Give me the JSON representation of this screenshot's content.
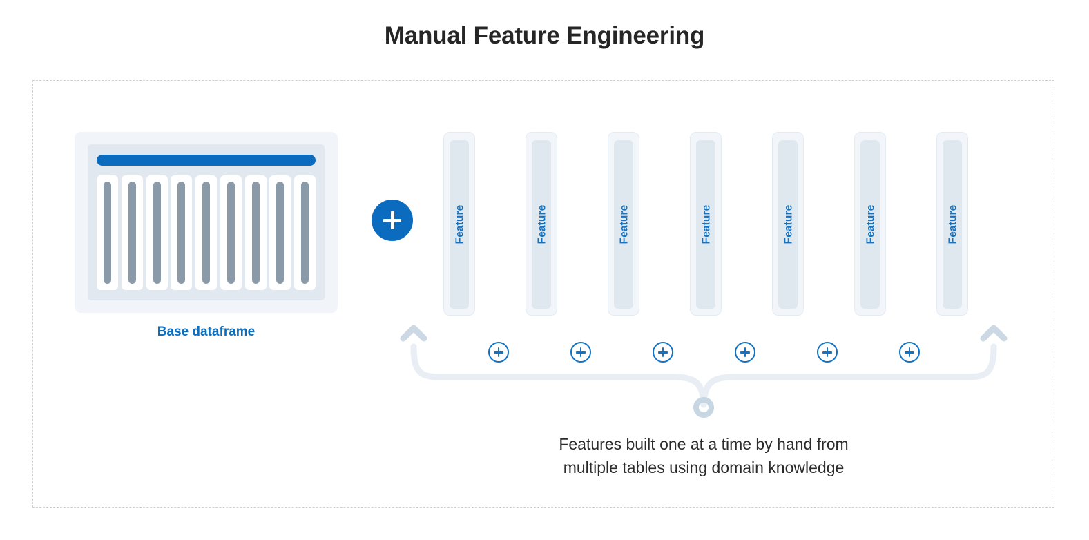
{
  "title": "Manual Feature Engineering",
  "base_dataframe": {
    "label": "Base dataframe",
    "header_bar": "header-row",
    "column_count": 9
  },
  "combine_operator": {
    "icon": "plus-icon",
    "symbol": "+"
  },
  "features": [
    {
      "label": "Feature"
    },
    {
      "label": "Feature"
    },
    {
      "label": "Feature"
    },
    {
      "label": "Feature"
    },
    {
      "label": "Feature"
    },
    {
      "label": "Feature"
    },
    {
      "label": "Feature"
    }
  ],
  "feature_separators": [
    {
      "icon": "plus-icon",
      "symbol": "+"
    },
    {
      "icon": "plus-icon",
      "symbol": "+"
    },
    {
      "icon": "plus-icon",
      "symbol": "+"
    },
    {
      "icon": "plus-icon",
      "symbol": "+"
    },
    {
      "icon": "plus-icon",
      "symbol": "+"
    },
    {
      "icon": "plus-icon",
      "symbol": "+"
    }
  ],
  "annotation": {
    "line1": "Features built one at a time by hand from",
    "line2": "multiple tables using domain knowledge",
    "connector": "curly-brace-bracket"
  },
  "colors": {
    "brand_blue": "#0b6cbf",
    "feature_blue": "#1273c4",
    "label_blue": "#0d6ebd",
    "card_bg": "#f1f5f9",
    "card_inner": "#e2e8f0",
    "column_gray": "#8b9aa8",
    "feature_bg": "#f2f6fa",
    "feature_inner": "#dfe7ef",
    "brace_line": "#e8eef4",
    "brace_accent": "#c7d6e3",
    "panel_border": "#cfcfcf",
    "text_dark": "#262626",
    "caption_text": "#2b2b2b"
  }
}
